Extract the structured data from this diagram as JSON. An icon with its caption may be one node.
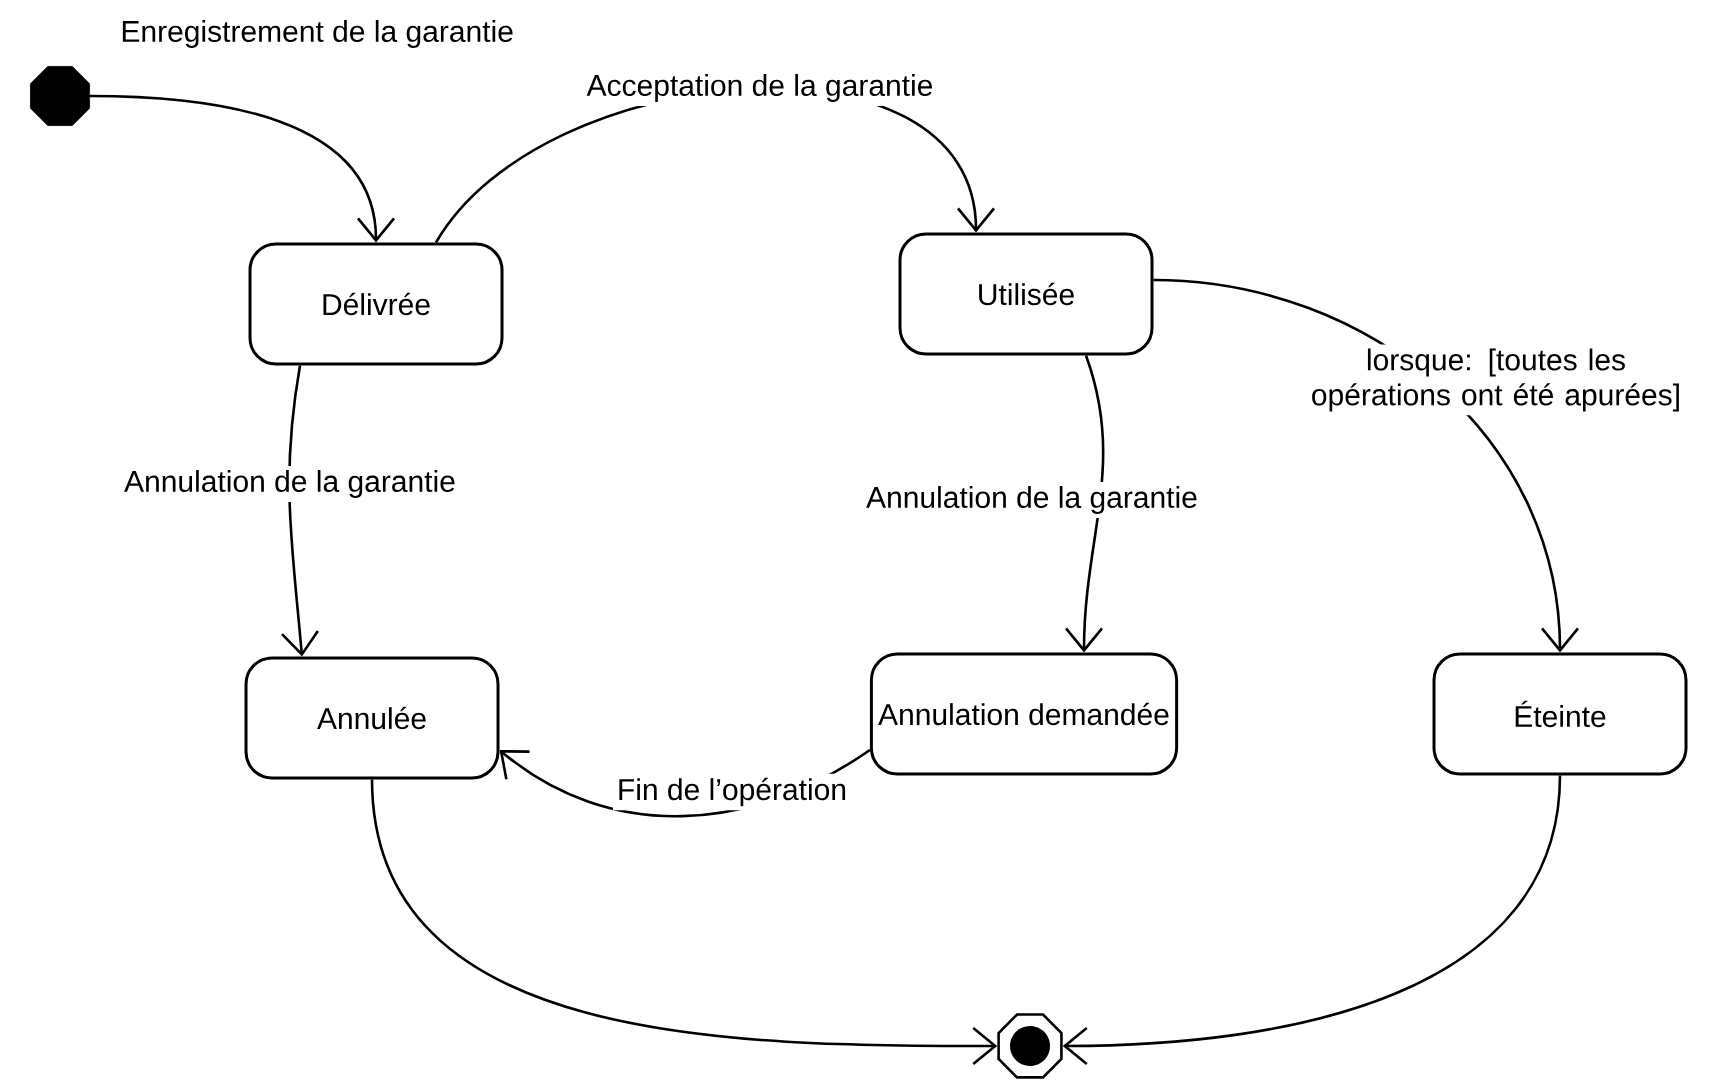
{
  "diagram": {
    "nodes": [
      {
        "text": [],
        "shape": "circle"
      },
      {
        "text": [
          "Délivrée"
        ]
      },
      {
        "text": [
          "Utilisée"
        ]
      },
      {
        "text": [
          "Annulée"
        ]
      },
      {
        "text": [
          "Annulation demandée"
        ]
      },
      {
        "text": [
          "Éteinte"
        ]
      },
      {
        "text": [],
        "shape": "circle"
      }
    ],
    "edges": [
      {
        "from": 0,
        "to": 1,
        "arrow": "to",
        "label": "Enregistrement de la garantie"
      },
      {
        "from": 1,
        "to": 2,
        "arrow": "to",
        "label": "Acceptation de la garantie"
      },
      {
        "from": 1,
        "to": 3,
        "arrow": "to",
        "label": "Annulation de la garantie"
      },
      {
        "from": 2,
        "to": 4,
        "arrow": "to",
        "label": "Annulation de la garantie"
      },
      {
        "from": 2,
        "to": 5,
        "arrow": "to",
        "label": "lorsque: [toutes les opérations ont été apurées]"
      },
      {
        "from": 4,
        "to": 3,
        "arrow": "to",
        "label": "Fin de l’opération"
      },
      {
        "from": 3,
        "to": 6,
        "arrow": "to"
      },
      {
        "from": 5,
        "to": 6,
        "arrow": "to"
      }
    ]
  }
}
